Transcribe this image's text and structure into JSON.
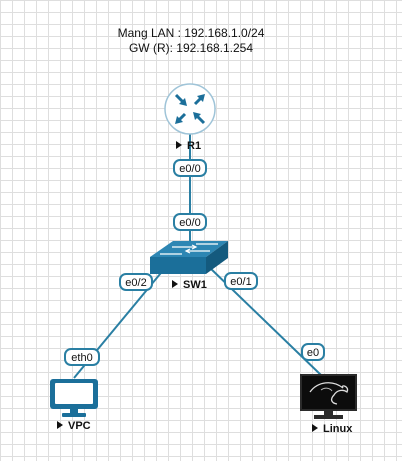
{
  "annotation": {
    "line1": "Mang LAN : 192.168.1.0/24",
    "line2": "GW (R): 192.168.1.254"
  },
  "colors": {
    "link": "#2a7fa3",
    "device": "#1b6f9a",
    "router_fill": "#ffffff",
    "router_border": "#9fc4d8",
    "linux_screen": "#0c0c0c"
  },
  "nodes": {
    "r1": {
      "label": "R1",
      "icon": "router-icon"
    },
    "sw1": {
      "label": "SW1",
      "icon": "switch-icon"
    },
    "vpc": {
      "label": "VPC",
      "icon": "monitor-icon"
    },
    "linux": {
      "label": "Linux",
      "icon": "kali-linux-icon"
    }
  },
  "interfaces": {
    "r1_e0_0": "e0/0",
    "sw1_e0_0": "e0/0",
    "sw1_e0_2": "e0/2",
    "sw1_e0_1": "e0/1",
    "vpc_eth0": "eth0",
    "linux_e0": "e0"
  }
}
